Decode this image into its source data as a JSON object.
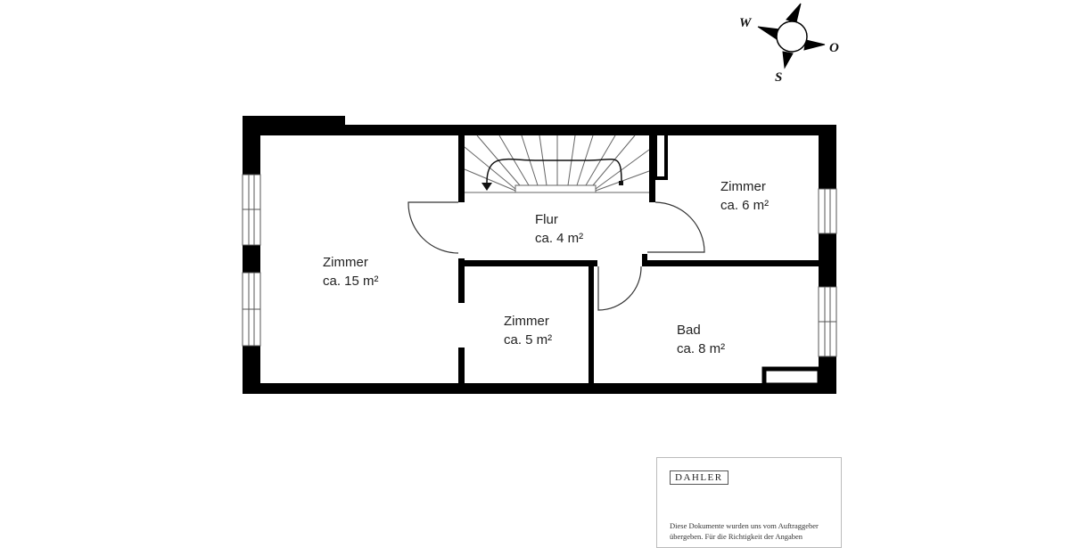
{
  "compass": {
    "north_label": "",
    "west_label": "W",
    "east_label": "O",
    "south_label": "S"
  },
  "rooms": [
    {
      "name": "Zimmer",
      "area": "ca. 15 m²"
    },
    {
      "name": "Flur",
      "area": "ca. 4 m²"
    },
    {
      "name": "Zimmer",
      "area": "ca. 6 m²"
    },
    {
      "name": "Zimmer",
      "area": "ca. 5 m²"
    },
    {
      "name": "Bad",
      "area": "ca. 8 m²"
    }
  ],
  "footer": {
    "brand": "DAHLER",
    "disclaimer_line1": "Diese Dokumente wurden uns vom Auftraggeber",
    "disclaimer_line2": "übergeben. Für die Richtigkeit der Angaben"
  },
  "colors": {
    "wall": "#000000",
    "line": "#333333",
    "background": "#ffffff"
  }
}
